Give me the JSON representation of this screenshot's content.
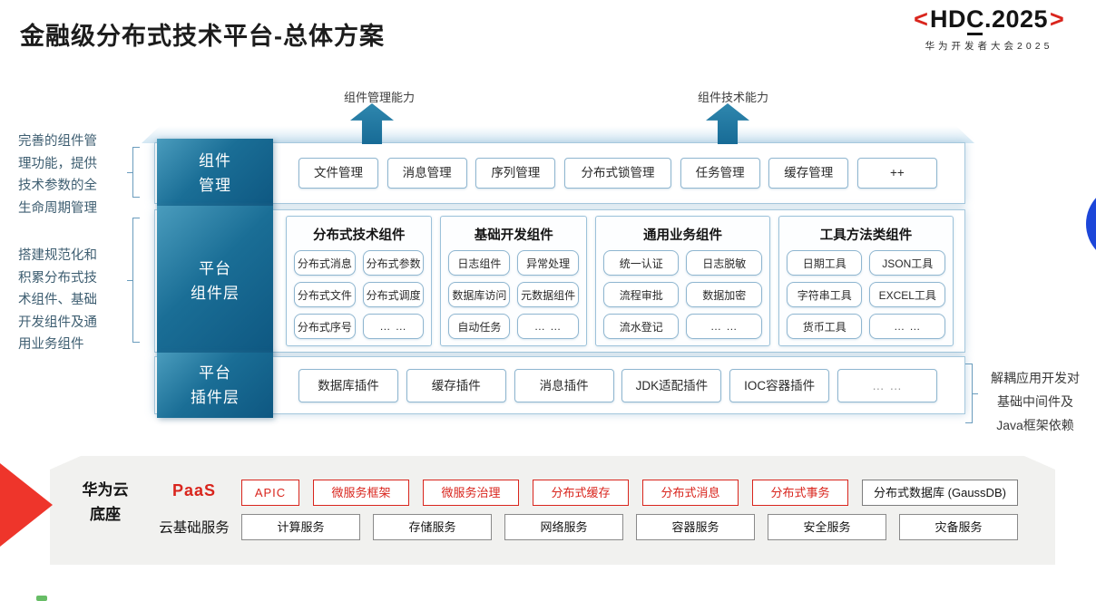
{
  "header": {
    "title": "金融级分布式技术平台-总体方案",
    "logo": {
      "left_bracket": "<",
      "text_hd": "HD",
      "text_c": "C",
      "text_rest": ".2025",
      "right_bracket": ">",
      "subtitle": "华为开发者大会2025"
    }
  },
  "annotations": {
    "arrow_label_1": "组件管理能力",
    "arrow_label_2": "组件技术能力",
    "left_note_1": "完善的组件管\n理功能，提供\n技术参数的全\n生命周期管理",
    "left_note_2": "搭建规范化和\n积累分布式技\n术组件、基础\n开发组件及通\n用业务组件",
    "right_note": "解耦应用开发对\n基础中间件及\nJava框架依赖"
  },
  "rows": {
    "management": {
      "label": "组件\n管理",
      "items": [
        "文件管理",
        "消息管理",
        "序列管理",
        "分布式锁管理",
        "任务管理",
        "缓存管理",
        "++"
      ]
    },
    "components": {
      "label": "平台\n组件层",
      "groups": [
        {
          "title": "分布式技术组件",
          "items": [
            "分布式消息",
            "分布式参数",
            "分布式文件",
            "分布式调度",
            "分布式序号",
            "… …"
          ]
        },
        {
          "title": "基础开发组件",
          "items": [
            "日志组件",
            "异常处理",
            "数据库访问",
            "元数据组件",
            "自动任务",
            "… …"
          ]
        },
        {
          "title": "通用业务组件",
          "items": [
            "统一认证",
            "日志脱敏",
            "流程审批",
            "数据加密",
            "流水登记",
            "… …"
          ]
        },
        {
          "title": "工具方法类组件",
          "items": [
            "日期工具",
            "JSON工具",
            "字符串工具",
            "EXCEL工具",
            "货币工具",
            "… …"
          ]
        }
      ]
    },
    "plugins": {
      "label": "平台\n插件层",
      "items": [
        "数据库插件",
        "缓存插件",
        "消息插件",
        "JDK适配插件",
        "IOC容器插件",
        "… …"
      ]
    }
  },
  "foundation": {
    "label": "华为云\n底座",
    "paas": {
      "label": "PaaS",
      "items": [
        "APIC",
        "微服务框架",
        "微服务治理",
        "分布式缓存",
        "分布式消息",
        "分布式事务"
      ],
      "db_item": "分布式数据库 (GaussDB)"
    },
    "cloud": {
      "label": "云基础服务",
      "items": [
        "计算服务",
        "存储服务",
        "网络服务",
        "容器服务",
        "安全服务",
        "灾备服务"
      ]
    }
  },
  "colors": {
    "teal_label": "#16688f",
    "panel_border": "#9cc2da",
    "accent_red": "#d9251d",
    "wedge_red": "#ee352b",
    "royal_blue": "#1c46d9",
    "note_text": "#3e5e71"
  }
}
